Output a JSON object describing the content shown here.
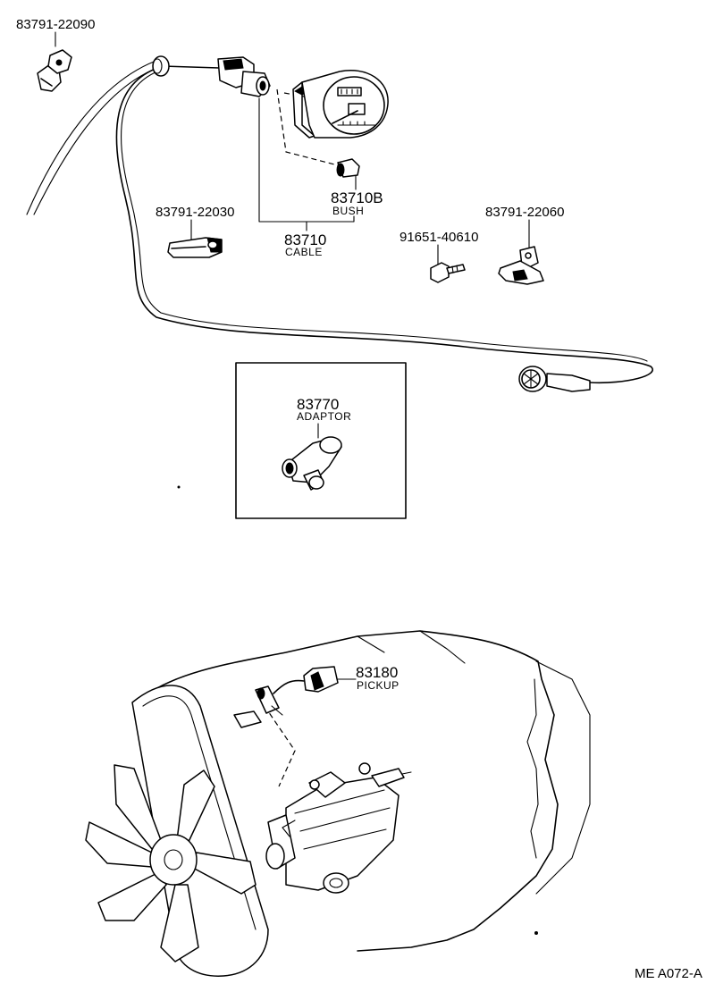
{
  "parts": {
    "clip_top_left": {
      "number": "83791-22090"
    },
    "clip_middle": {
      "number": "83791-22030"
    },
    "clip_right": {
      "number": "83791-22060"
    },
    "bolt": {
      "number": "91651-40610"
    },
    "bush": {
      "number": "83710B",
      "name": "BUSH"
    },
    "cable": {
      "number": "83710",
      "name": "CABLE"
    },
    "adaptor": {
      "number": "83770",
      "name": "ADAPTOR"
    },
    "pickup": {
      "number": "83180",
      "name": "PICKUP"
    }
  },
  "footer": {
    "code": "ME  A072-A"
  }
}
